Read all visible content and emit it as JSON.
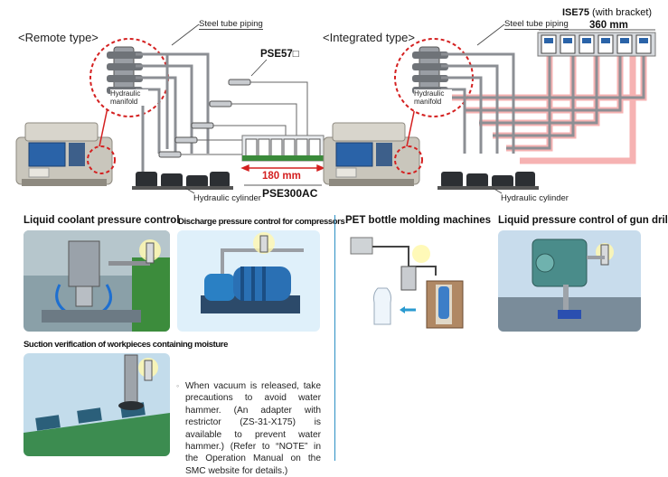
{
  "remote": {
    "header": "<Remote type>",
    "steel_tube": "Steel tube piping",
    "manifold": "Hydraulic manifold",
    "sensor_model": "PSE57□",
    "dimension": "180 mm",
    "controller_model": "PSE300AC",
    "cylinder": "Hydraulic cylinder"
  },
  "integrated": {
    "header": "<Integrated type>",
    "steel_tube": "Steel tube piping",
    "manifold": "Hydraulic manifold",
    "model": "ISE75",
    "model_suffix": "(with bracket)",
    "dimension": "360 mm",
    "cylinder": "Hydraulic cylinder"
  },
  "applications": {
    "coolant": "Liquid coolant pressure control",
    "compressor": "Discharge pressure control for compressors",
    "pet": "PET bottle molding machines",
    "gun_drill": "Liquid pressure control of gun drills",
    "suction": "Suction verification of workpieces containing moisture"
  },
  "note": {
    "bullet": "◦",
    "text": "When vacuum is released, take precautions to avoid water hammer. (An adapter with restrictor (ZS-31-X175) is available to prevent water hammer.) (Refer to “NOTE” in the Operation Manual on the SMC website for details.)"
  },
  "colors": {
    "accent_red": "#d42020",
    "divider_blue": "#2b8fc4",
    "machine_blue": "#2a63a8"
  }
}
